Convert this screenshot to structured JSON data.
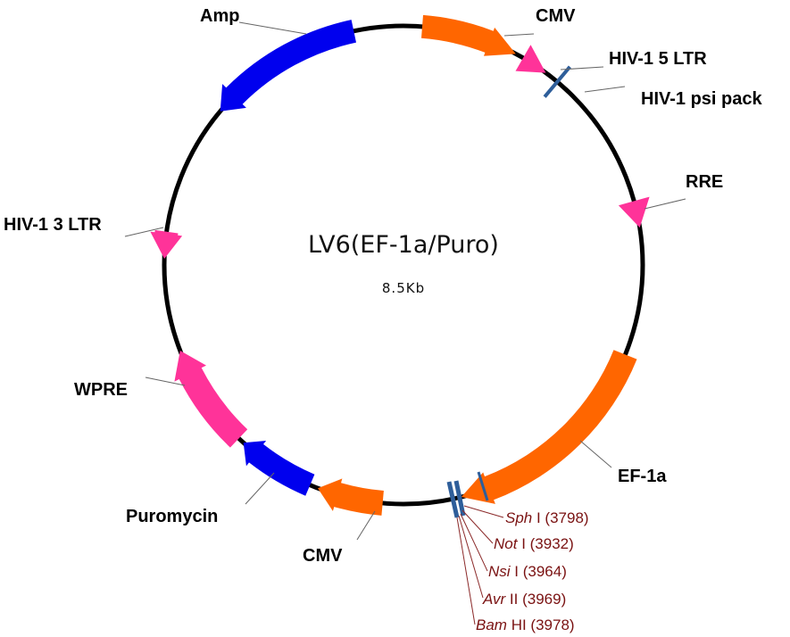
{
  "plasmid": {
    "name": "LV6(EF-1a/Puro)",
    "size": "8.5Kb"
  },
  "colors": {
    "backbone": "#000000",
    "orange": "#FF6600",
    "blue": "#0000EE",
    "pink": "#FF3399",
    "site_tick": "#2E5E9A",
    "site_text": "#7A1212"
  },
  "features": [
    {
      "id": "cmv-top",
      "label": "CMV",
      "color": "orange"
    },
    {
      "id": "hiv-5ltr",
      "label": "HIV-1 5 LTR",
      "color": "pink"
    },
    {
      "id": "hiv-psi",
      "label": "HIV-1 psi pack",
      "color": "site_tick"
    },
    {
      "id": "rre",
      "label": "RRE",
      "color": "pink"
    },
    {
      "id": "ef1a",
      "label": "EF-1a",
      "color": "orange"
    },
    {
      "id": "cmv-bottom",
      "label": "CMV",
      "color": "orange"
    },
    {
      "id": "puromycin",
      "label": "Puromycin",
      "color": "blue"
    },
    {
      "id": "wpre",
      "label": "WPRE",
      "color": "pink"
    },
    {
      "id": "hiv-3ltr",
      "label": "HIV-1 3 LTR",
      "color": "pink"
    },
    {
      "id": "amp",
      "label": "Amp",
      "color": "blue"
    }
  ],
  "sites": [
    {
      "enzyme": "Sph",
      "suffix": " I (3798)"
    },
    {
      "enzyme": "Not",
      "suffix": " I (3932)"
    },
    {
      "enzyme": "Nsi",
      "suffix": " I (3964)"
    },
    {
      "enzyme": "Avr",
      "suffix": " II (3969)"
    },
    {
      "enzyme": "Bam",
      "suffix": " HI (3978)"
    }
  ]
}
